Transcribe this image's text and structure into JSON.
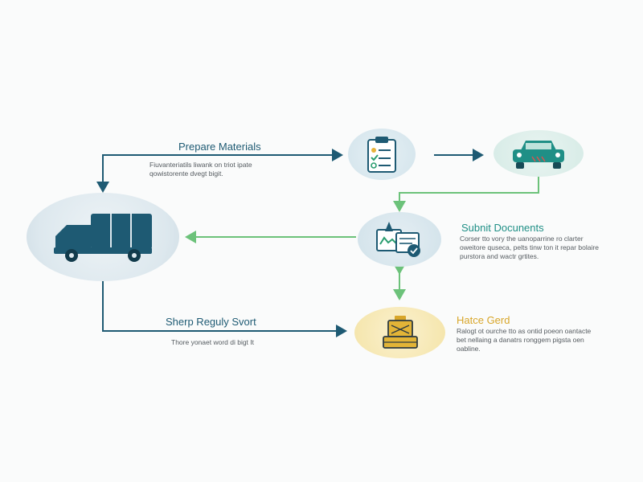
{
  "colors": {
    "navy": "#1e5a73",
    "teal": "#1f8f86",
    "green": "#6cc27a",
    "amber": "#d8a62a",
    "text": "#4a4f55"
  },
  "steps": {
    "prepare": {
      "title": "Prepare Materials",
      "desc": "Fiuvanteriatils liwank on triot ipate qowistorente dvegt bigit.",
      "icon": "clipboard-checklist-icon"
    },
    "car": {
      "icon": "car-icon"
    },
    "truck": {
      "icon": "truck-icon"
    },
    "submit": {
      "title": "Subnit Docunents",
      "desc": "Corser tto vory the uanoparrine ro clarter oweitore quseca, pelts tinw ton it repar bolaire purstora and wactr grtites.",
      "icon": "documents-stamp-icon"
    },
    "sharp": {
      "title": "Sherp Reguly Svort",
      "desc": "Thore yonaet word di bigt It"
    },
    "hatce": {
      "title": "Hatce Gerd",
      "desc": "Ralogt ot ourche tto as ontid poeon oantacte bet nellaing a danatrs ronggem pigsta oen oabline.",
      "icon": "gold-crate-icon"
    }
  }
}
